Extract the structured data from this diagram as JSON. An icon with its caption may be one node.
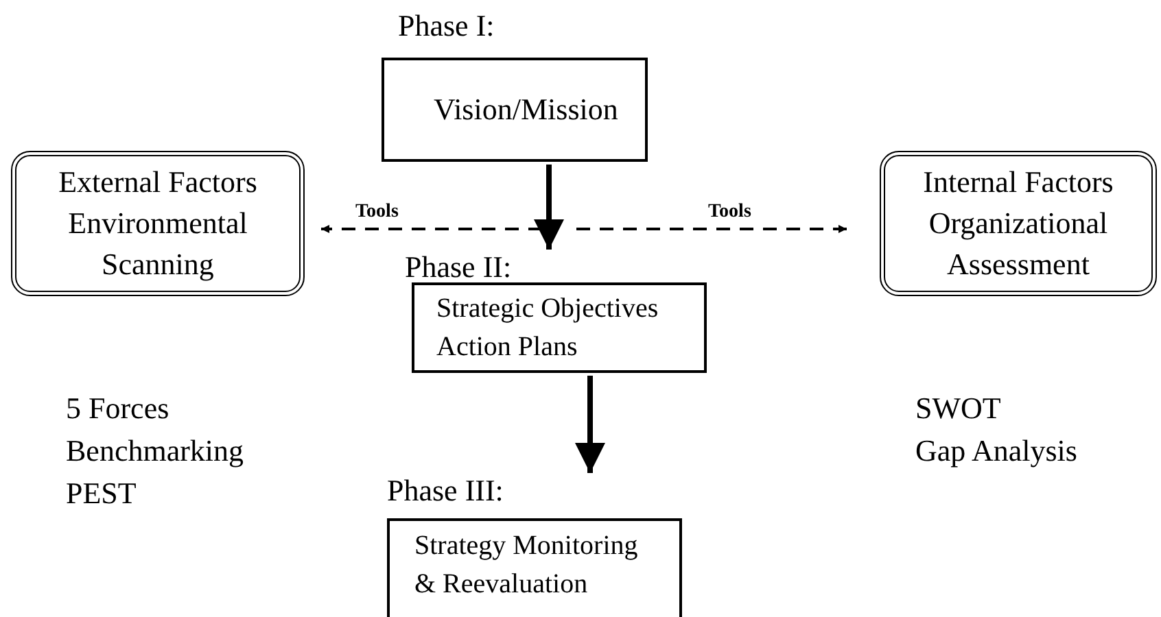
{
  "diagram": {
    "nodes": [
      {
        "text": [
          "Phase I:",
          "Vision/Mission"
        ]
      },
      {
        "text": [
          "External Factors Environmental Scanning"
        ]
      },
      {
        "text": [
          "Internal Factors Organizational Assessment"
        ]
      },
      {
        "text": [
          "Phase II:",
          "Strategic Objectives Action Plans"
        ]
      },
      {
        "text": [
          "Phase III:",
          "Strategy Monitoring & Reevaluation"
        ]
      }
    ],
    "edges": [
      {
        "from": null,
        "to": 1,
        "arrow": "to",
        "label": "Tools",
        "style": "dashed"
      },
      {
        "from": null,
        "to": 2,
        "arrow": "to",
        "label": "Tools",
        "style": "dashed"
      },
      {
        "from": 0,
        "to": 3,
        "arrow": "to",
        "style": "thick"
      },
      {
        "from": 3,
        "to": 4,
        "arrow": "to",
        "style": "thick"
      }
    ],
    "labels": [
      "5 Forces",
      "Benchmarking",
      "PEST",
      "SWOT",
      "Gap Analysis"
    ]
  }
}
